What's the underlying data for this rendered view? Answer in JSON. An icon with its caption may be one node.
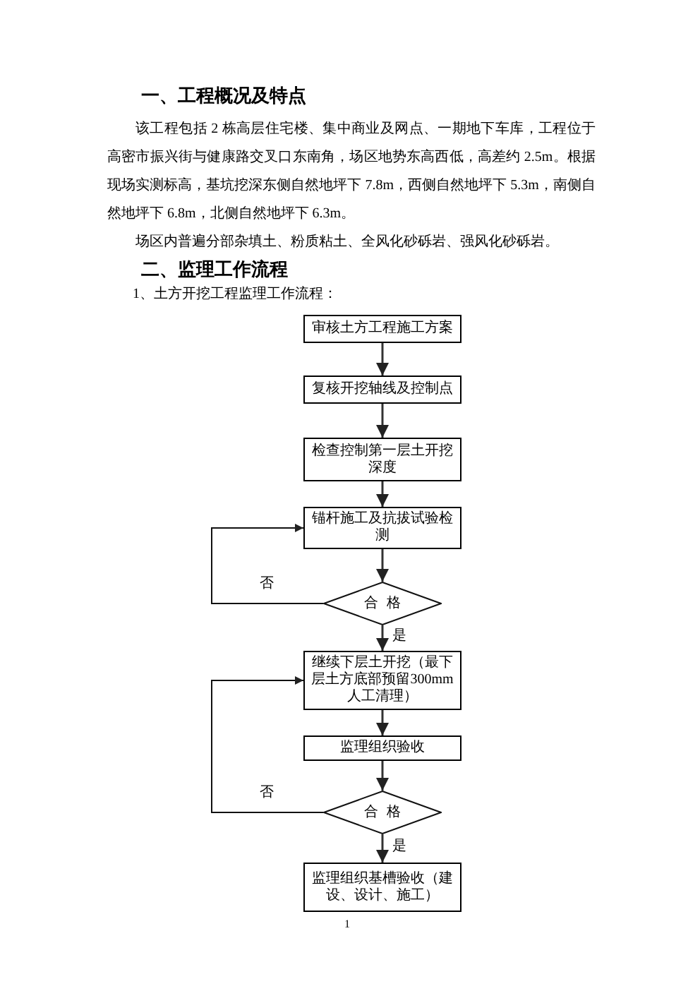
{
  "diagram": {
    "nodes": [
      {
        "text": [
          "审核土方工程施工方案"
        ]
      },
      {
        "text": [
          "复核开挖轴线及控制点"
        ]
      },
      {
        "text": [
          "检查控制第一层土开挖深度"
        ]
      },
      {
        "text": [
          "锚杆施工及抗拔试验检测"
        ]
      },
      {
        "text": [
          "合格"
        ]
      },
      {
        "text": [
          "继续下层土开挖（最下层土方底部预留300mm 人工清理）"
        ]
      },
      {
        "text": [
          "监理组织验收"
        ]
      },
      {
        "text": [
          "合格"
        ]
      },
      {
        "text": [
          "监理组织基槽验收（建设、设计、施工）"
        ]
      }
    ],
    "edges": [
      {
        "from": 0,
        "to": 1,
        "arrow": "to"
      },
      {
        "from": 1,
        "to": 2,
        "arrow": "to"
      },
      {
        "from": 2,
        "to": 3,
        "arrow": "to"
      },
      {
        "from": 3,
        "to": 4,
        "arrow": "to"
      },
      {
        "from": 4,
        "to": 3,
        "arrow": "to",
        "label": "否"
      },
      {
        "from": 4,
        "to": 5,
        "arrow": "to",
        "label": "是"
      },
      {
        "from": 5,
        "to": 6,
        "arrow": "to"
      },
      {
        "from": 6,
        "to": 7,
        "arrow": "to"
      },
      {
        "from": 7,
        "to": 5,
        "arrow": "to",
        "label": "否"
      },
      {
        "from": 7,
        "to": 8,
        "arrow": "to",
        "label": "是"
      }
    ],
    "labels": [
      "一、工程概况及特点",
      "该工程包括 2 栋高层住宅楼、集中商业及网点、一期地下车库，工程位于高密市振兴街与健康路交叉口东南角，场区地势东高西低，高差约 2.5m。根据现场实测标高，基坑挖深东侧自然地坪下 7.8m，西侧自然地坪下 5.3m，南侧自然地坪下 6.8m，北侧自然地坪下 6.3m。",
      "场区内普遍分部杂填土、粉质粘土、全风化砂砾岩、强风化砂砾岩。",
      "二、监理工作流程",
      "1、土方开挖工程监理工作流程：",
      "1"
    ]
  }
}
